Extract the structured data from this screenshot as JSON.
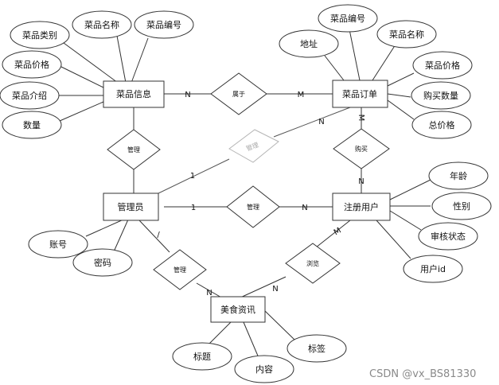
{
  "entities": {
    "dish_info": "菜品信息",
    "dish_order": "菜品订单",
    "admin": "管理员",
    "user": "注册用户",
    "food_news": "美食资讯"
  },
  "attributes": {
    "dish_info": [
      "菜品类别",
      "菜品名称",
      "菜品编号",
      "菜品价格",
      "菜品介绍",
      "数量"
    ],
    "dish_order": [
      "地址",
      "菜品编号",
      "菜品名称",
      "菜品价格",
      "购买数量",
      "总价格"
    ],
    "admin": [
      "账号",
      "密码"
    ],
    "user": [
      "年龄",
      "性别",
      "审核状态",
      "用户id"
    ],
    "food_news": [
      "标题",
      "内容",
      "标签"
    ]
  },
  "relations": {
    "dish_order_rel": "属于",
    "admin_dish": "管理",
    "admin_order": "管理",
    "admin_user": "管理",
    "user_order": "购买",
    "admin_news": "管理",
    "user_news": "浏览"
  },
  "cardinalities": {
    "dish_rel": "N",
    "rel_order": "M",
    "admin_order_admin": "1",
    "admin_order_order": "N",
    "order_user_order": "M",
    "order_user_user": "N",
    "admin_user_admin": "1",
    "admin_user_user": "N",
    "admin_news_admin": "/",
    "admin_news_news": "N",
    "user_news_user": "M",
    "user_news_news": "N"
  },
  "watermark": "CSDN @vx_BS81330"
}
